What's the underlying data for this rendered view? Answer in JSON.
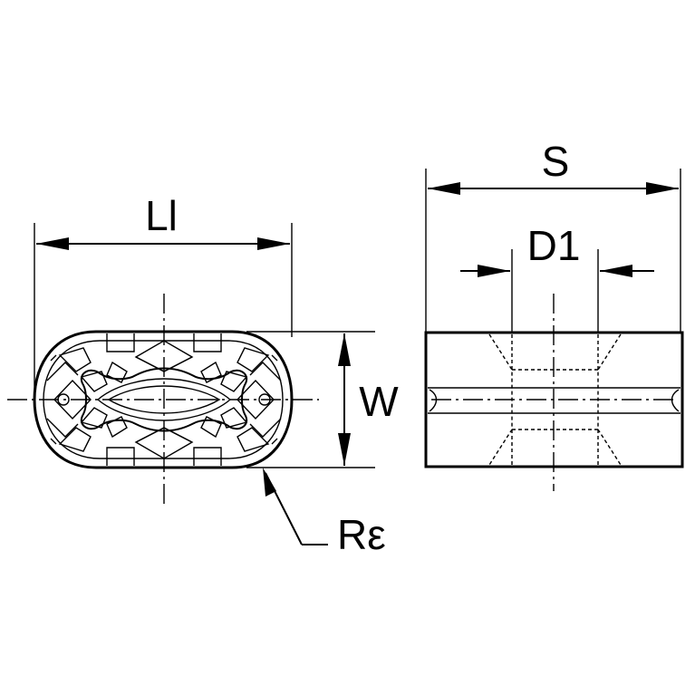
{
  "labels": {
    "length": "Ll",
    "width": "W",
    "corner_radius": "Rε",
    "thickness": "S",
    "hole_diameter": "D1"
  },
  "colors": {
    "line": "#000000",
    "background": "#ffffff"
  }
}
